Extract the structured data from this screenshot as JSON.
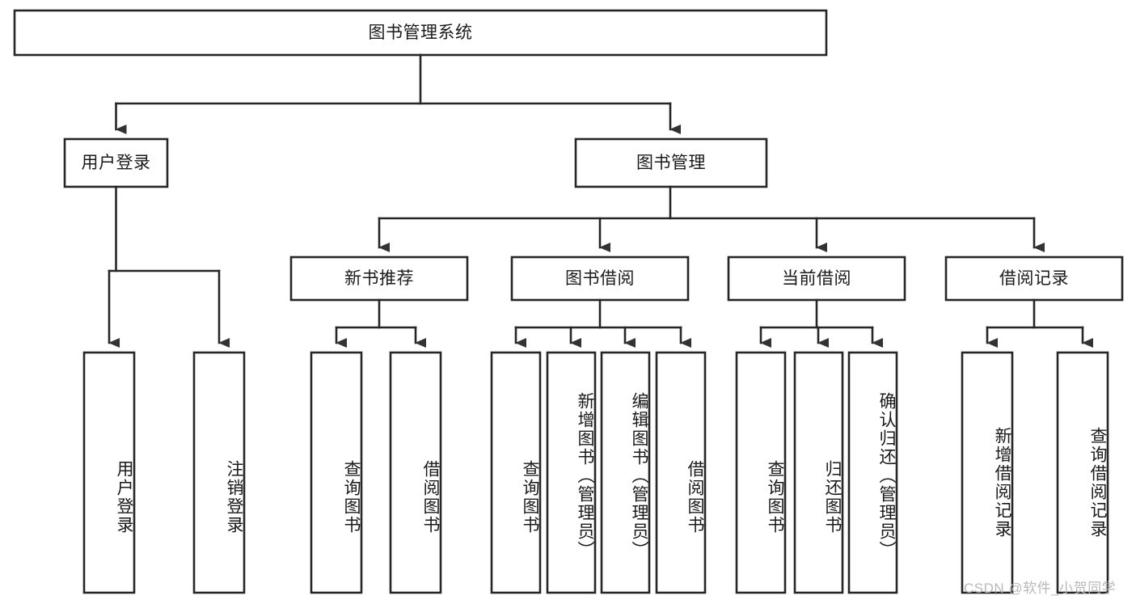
{
  "diagram": {
    "type": "tree-hierarchy",
    "title": "图书管理系统",
    "orientation": "top-down",
    "watermark": "CSDN @软件_小贺同学",
    "nodes": {
      "root": {
        "label": "图书管理系统",
        "level": 0
      },
      "level2": [
        {
          "id": "user-login",
          "label": "用户登录"
        },
        {
          "id": "book-management",
          "label": "图书管理"
        }
      ],
      "level3": [
        {
          "id": "new-book-recommend",
          "label": "新书推荐",
          "parent": "book-management"
        },
        {
          "id": "book-borrow",
          "label": "图书借阅",
          "parent": "book-management"
        },
        {
          "id": "current-borrow",
          "label": "当前借阅",
          "parent": "book-management"
        },
        {
          "id": "borrow-record",
          "label": "借阅记录",
          "parent": "book-management"
        }
      ],
      "leaves": {
        "user-login": [
          {
            "id": "leaf-user-login",
            "label": "用户登录"
          },
          {
            "id": "leaf-logout-login",
            "label": "注销登录"
          }
        ],
        "new-book-recommend": [
          {
            "id": "leaf-query-book-1",
            "label": "查询图书"
          },
          {
            "id": "leaf-borrow-book-1",
            "label": "借阅图书"
          }
        ],
        "book-borrow": [
          {
            "id": "leaf-query-book-2",
            "label": "查询图书"
          },
          {
            "id": "leaf-add-book",
            "label": "新增图书（管理员）"
          },
          {
            "id": "leaf-edit-book",
            "label": "编辑图书（管理员）"
          },
          {
            "id": "leaf-borrow-book-2",
            "label": "借阅图书"
          }
        ],
        "current-borrow": [
          {
            "id": "leaf-query-book-3",
            "label": "查询图书"
          },
          {
            "id": "leaf-return-book",
            "label": "归还图书"
          },
          {
            "id": "leaf-confirm-return",
            "label": "确认归还（管理员）"
          }
        ],
        "borrow-record": [
          {
            "id": "leaf-add-record",
            "label": "新增借阅记录"
          },
          {
            "id": "leaf-query-record",
            "label": "查询借阅记录"
          }
        ]
      }
    },
    "colors": {
      "box_stroke": "#262626",
      "box_fill": "#ffffff",
      "connector": "#262626",
      "text": "#1a1a1a",
      "watermark": "#b9b9b9",
      "background": "#ffffff"
    }
  }
}
